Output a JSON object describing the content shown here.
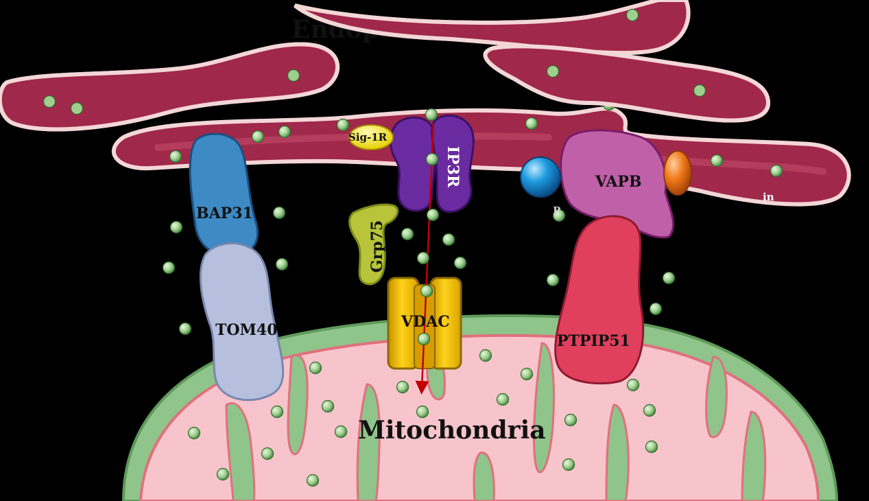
{
  "labels": {
    "er": "Endoplasmic reticulum",
    "mito": "Mitochondria",
    "bap31": "BAP31",
    "tom40": "TOM40",
    "sig1r": "Sig-1R",
    "ip3r": "IP3R",
    "grp75": "Grp75",
    "vdac": "VDAC",
    "vapb": "VAPB",
    "ptpip51": "PTPIP51",
    "partial_left": "P",
    "partial_right": "in"
  },
  "colors": {
    "background": "#000000",
    "er_fill": "#a0284a",
    "er_outline": "#f3d6d6",
    "mito_outer": "#8fc48a",
    "mito_inner": "#f7c4cb",
    "ion": "#9ecf8e",
    "bap31": "#3d8ac4",
    "tom40": "#b6c0de",
    "sig1r": "#f3e31a",
    "ip3r": "#6a2aa0",
    "grp75": "#b8c43a",
    "vdac": "#f2c200",
    "vapb": "#c060a8",
    "ptpip51": "#e0405c",
    "blue_ball": "#1e9be0",
    "orange_ball": "#f07a1a",
    "ca_flux_arrow": "#c00000"
  },
  "icons": [
    "calcium-ion-icon",
    "ca-flux-arrow-icon"
  ]
}
